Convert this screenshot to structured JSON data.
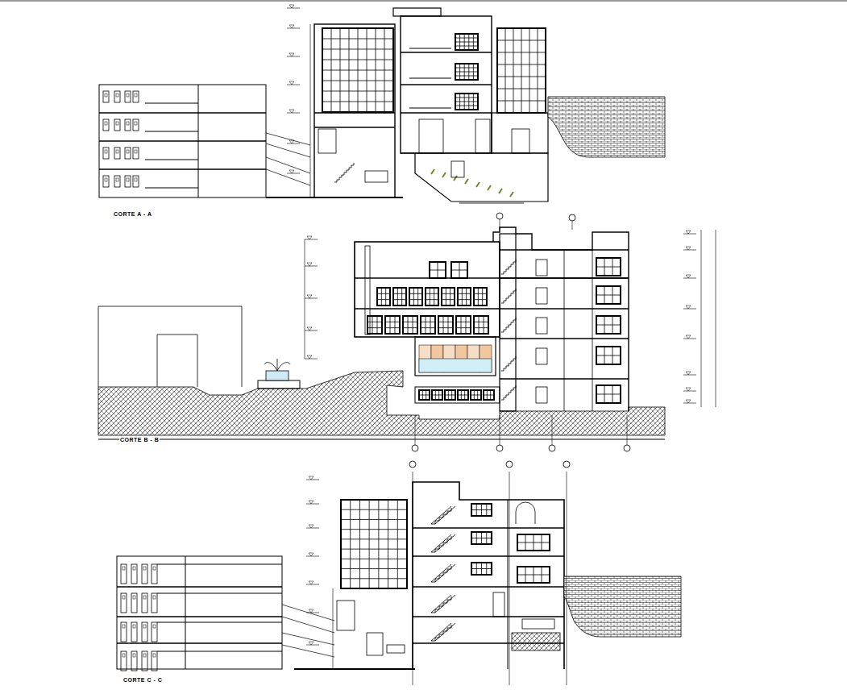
{
  "diagram": {
    "labels": [
      "CORTE A - A",
      "CORTE B - B",
      "CORTE C - C"
    ]
  }
}
